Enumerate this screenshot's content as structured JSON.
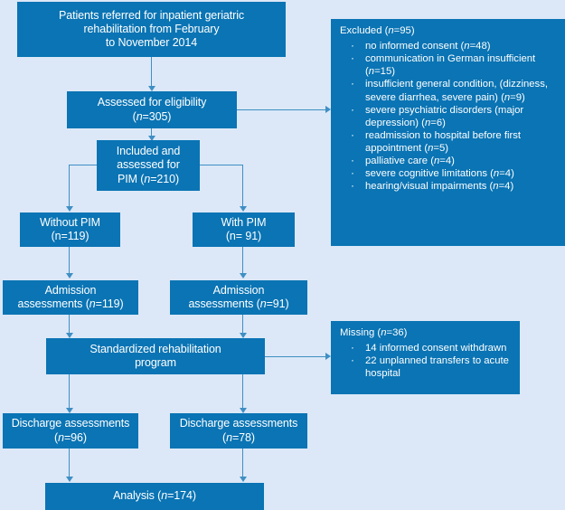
{
  "diagram": {
    "title": "CONSORT-style participant flow diagram",
    "colors": {
      "background": "#dce8f7",
      "box_fill": "#0a74b4",
      "box_text": "#ffffff",
      "connector": "#3f8fc4"
    },
    "nodes": {
      "referred": {
        "line1": "Patients referred for inpatient geriatric",
        "line2": "rehabilitation from February",
        "line3": "to November 2014"
      },
      "eligibility": {
        "line1": "Assessed for eligibility",
        "line2_pre": "(",
        "line2_n": "n",
        "line2_post": "=305)"
      },
      "included": {
        "line1": "Included and",
        "line2": "assessed for",
        "line3_pre": "PIM (",
        "line3_n": "n",
        "line3_post": "=210)"
      },
      "without_pim": {
        "line1": "Without PIM",
        "line2": "(n=119)"
      },
      "with_pim": {
        "line1": "With PIM",
        "line2": "(n= 91)"
      },
      "admission_left": {
        "line1": "Admission",
        "line2_pre": "assessments (",
        "line2_n": "n",
        "line2_post": "=119)"
      },
      "admission_right": {
        "line1": "Admission",
        "line2_pre": "assessments (",
        "line2_n": "n",
        "line2_post": "=91)"
      },
      "rehab_program": {
        "line1": "Standardized rehabilitation",
        "line2": "program"
      },
      "discharge_left": {
        "line1": "Discharge assessments",
        "line2_pre": "(",
        "line2_n": "n",
        "line2_post": "=96)"
      },
      "discharge_right": {
        "line1": "Discharge assessments",
        "line2_pre": "(",
        "line2_n": "n",
        "line2_post": "=78)"
      },
      "analysis": {
        "pre": "Analysis (",
        "n": "n",
        "post": "=174)"
      }
    },
    "excluded_panel": {
      "heading_pre": "Excluded (",
      "heading_n": "n",
      "heading_post": "=95)",
      "bullet_glyph": "·",
      "items": [
        {
          "text_pre": "no informed consent (",
          "n": "n",
          "text_post": "=48)"
        },
        {
          "text_pre": "communication in German insufficient (",
          "n": "n",
          "text_post": "=15)"
        },
        {
          "text_pre": "insufficient general condition, (dizziness, severe diarrhea, severe pain) (",
          "n": "n",
          "text_post": "=9)"
        },
        {
          "text_pre": "severe psychiatric disorders (major depression) (",
          "n": "n",
          "text_post": "=6)"
        },
        {
          "text_pre": "readmission to hospital before first appointment (",
          "n": "n",
          "text_post": "=5)"
        },
        {
          "text_pre": "palliative care (",
          "n": "n",
          "text_post": "=4)"
        },
        {
          "text_pre": "severe cognitive limitations (",
          "n": "n",
          "text_post": "=4)"
        },
        {
          "text_pre": "hearing/visual impairments (",
          "n": "n",
          "text_post": "=4)"
        }
      ]
    },
    "missing_panel": {
      "heading_pre": "Missing (",
      "heading_n": "n",
      "heading_post": "=36)",
      "bullet_glyph": "·",
      "items": [
        {
          "text_pre": "14 informed consent withdrawn",
          "n": "",
          "text_post": ""
        },
        {
          "text_pre": "22 unplanned transfers to acute hospital",
          "n": "",
          "text_post": ""
        }
      ]
    }
  }
}
